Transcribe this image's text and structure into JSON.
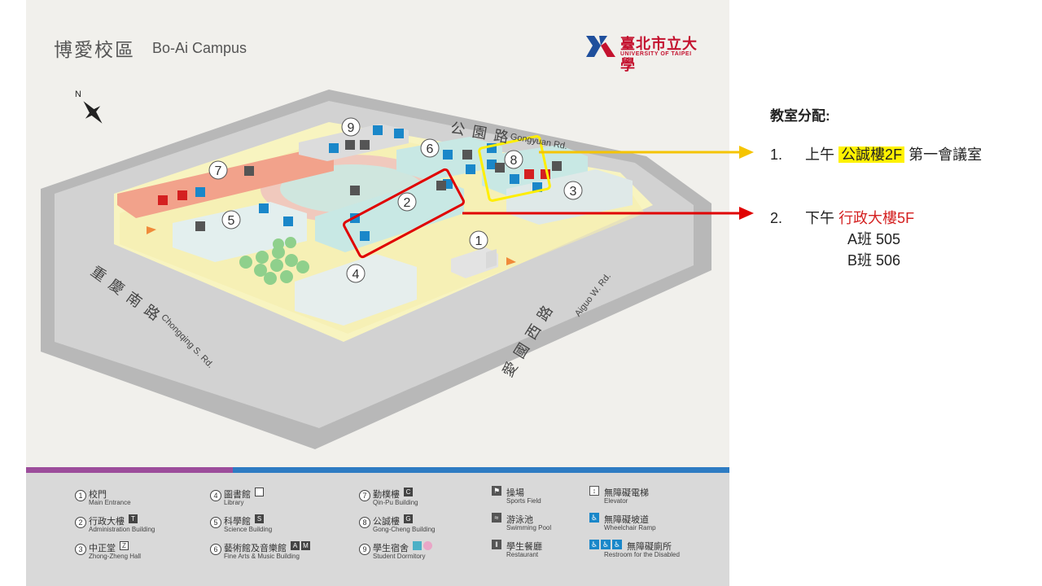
{
  "map": {
    "title_zh": "博愛校區",
    "title_en": "Bo-Ai Campus",
    "logo": {
      "name_zh": "臺北市立大學",
      "name_en": "UNIVERSITY OF TAIPEI"
    },
    "compass_label": "N",
    "roads": {
      "north_zh": "公 園 路",
      "north_en": "Gongyuan Rd.",
      "west_zh": "重 慶 南 路",
      "west_en": "Chongqing S. Rd.",
      "south_zh": "愛 國 西 路",
      "south_en": "Aiguo W. Rd."
    },
    "building_numbers": [
      "1",
      "2",
      "3",
      "4",
      "5",
      "6",
      "7",
      "8",
      "9"
    ],
    "colors": {
      "highlight_yellow": "#ffee00",
      "highlight_red": "#e00000",
      "wheelchair_blue": "#1a87c9"
    }
  },
  "legend": {
    "buildings": [
      {
        "num": "1",
        "zh": "校門",
        "en": "Main Entrance",
        "icons": []
      },
      {
        "num": "2",
        "zh": "行政大樓",
        "en": "Administration Building",
        "icons": [
          "T"
        ]
      },
      {
        "num": "3",
        "zh": "中正堂",
        "en": "Zhong-Zheng Hall",
        "icons": [
          "Z"
        ]
      },
      {
        "num": "4",
        "zh": "圖書館",
        "en": "Library",
        "icons": [
          "book"
        ]
      },
      {
        "num": "5",
        "zh": "科學館",
        "en": "Science Building",
        "icons": [
          "S"
        ]
      },
      {
        "num": "6",
        "zh": "藝術館及音樂館",
        "en": "Fine Arts & Music Building",
        "icons": [
          "A",
          "M"
        ]
      },
      {
        "num": "7",
        "zh": "勤樸樓",
        "en": "Qin-Pu Building",
        "icons": [
          "C"
        ]
      },
      {
        "num": "8",
        "zh": "公誠樓",
        "en": "Gong-Cheng Building",
        "icons": [
          "G"
        ]
      },
      {
        "num": "9",
        "zh": "學生宿舍",
        "en": "Student Dormitory",
        "icons": [
          "male",
          "female"
        ]
      }
    ],
    "facilities": [
      {
        "icon": "sports-field-icon",
        "zh": "操場",
        "en": "Sports Field"
      },
      {
        "icon": "swimming-pool-icon",
        "zh": "游泳池",
        "en": "Swimming Pool"
      },
      {
        "icon": "restaurant-icon",
        "zh": "學生餐廳",
        "en": "Restaurant"
      },
      {
        "icon": "elevator-icon",
        "zh": "無障礙電梯",
        "en": "Elevator"
      },
      {
        "icon": "wheelchair-ramp-icon",
        "zh": "無障礙坡道",
        "en": "Wheelchair Ramp"
      },
      {
        "icon": "accessible-restroom-icon",
        "zh": "無障礙廁所",
        "en": "Restroom for the Disabled"
      }
    ]
  },
  "notes": {
    "heading": "教室分配:",
    "item1": {
      "num": "1.",
      "time": "上午",
      "building": "公誠樓2F",
      "room": "第一會議室"
    },
    "item2": {
      "num": "2.",
      "time": "下午",
      "building": "行政大樓5F",
      "class_a": "A班 505",
      "class_b": "B班 506"
    }
  }
}
